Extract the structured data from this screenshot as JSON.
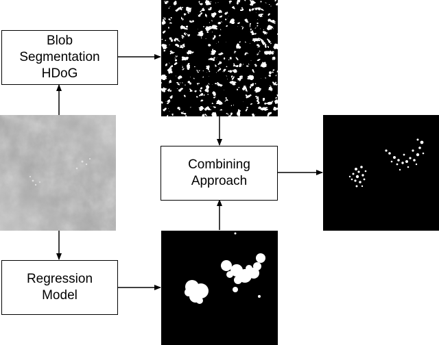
{
  "boxes": {
    "blob": {
      "lines": [
        "Blob",
        "Segmentation",
        "HDoG"
      ]
    },
    "combining": {
      "lines": [
        "Combining",
        "Approach"
      ]
    },
    "regression": {
      "lines": [
        "Regression",
        "Model"
      ]
    }
  },
  "images": {
    "input": "grayscale-mammogram-patch",
    "hdog_mask": "noisy-binary-blob-mask",
    "regression_mask": "smooth-binary-blob-mask",
    "output_mask": "combined-calcification-mask"
  },
  "colors": {
    "stroke": "#000000",
    "mask_bg": "#000000",
    "mask_fg": "#ffffff"
  }
}
